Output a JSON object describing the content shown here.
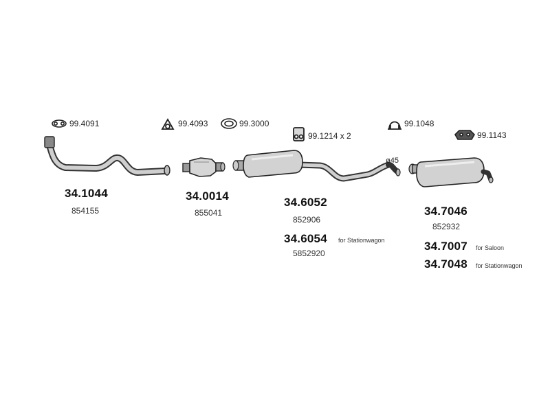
{
  "accessories": {
    "clamp_ring": "99.4091",
    "triangle_gasket": "99.4093",
    "round_gasket": "99.3000",
    "rubber_hanger": "99.1214 x 2",
    "clamp": "99.1048",
    "mount_bracket": "99.1143"
  },
  "parts": {
    "front_pipe": {
      "number": "34.1044",
      "oem": "854155"
    },
    "catalyst": {
      "number": "34.0014",
      "oem": "855041"
    },
    "middle_silencer": {
      "number": "34.6052",
      "oem": "852906"
    },
    "middle_silencer_wagon": {
      "number": "34.6054",
      "note": "for Stationwagon",
      "oem": "5852920"
    },
    "rear_silencer": {
      "number": "34.7046",
      "oem": "852932"
    },
    "rear_silencer_saloon": {
      "number": "34.7007",
      "note": "for Saloon"
    },
    "rear_silencer_wagon": {
      "number": "34.7048",
      "note": "for Stationwagon"
    }
  },
  "pipe_diameter": "ø45"
}
